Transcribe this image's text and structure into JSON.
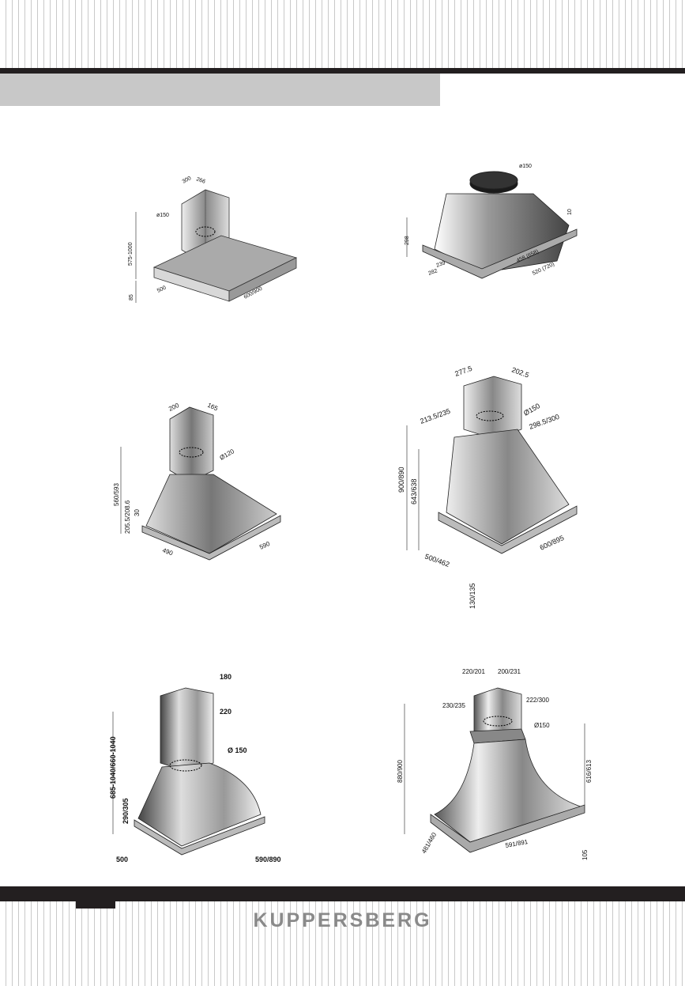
{
  "brand": "KUPPERSBERG",
  "figures": [
    {
      "id": "fig1",
      "labels": {
        "a": "300",
        "b": "266",
        "c": "ø150",
        "d": "575-1000",
        "e": "85",
        "f": "500",
        "g": "600/900"
      }
    },
    {
      "id": "fig2",
      "labels": {
        "a": "ø150",
        "b": "10",
        "c": "298",
        "d": "458 (658)",
        "e": "239",
        "f": "282",
        "g": "520 (720)"
      }
    },
    {
      "id": "fig3",
      "labels": {
        "a": "200",
        "b": "165",
        "c": "Ø120",
        "d": "560/593",
        "e": "205.5/208.6",
        "f": "30",
        "g": "490",
        "h": "590"
      }
    },
    {
      "id": "fig4",
      "labels": {
        "a": "277.5",
        "b": "202.5",
        "c": "Ø150",
        "d": "298.5/300",
        "e": "213.5/235",
        "f": "900/890",
        "g": "643/638",
        "h": "500/462",
        "i": "600/895",
        "j": "130/135"
      }
    },
    {
      "id": "fig5",
      "labels": {
        "a": "180",
        "b": "220",
        "c": "Ø 150",
        "d": "685-1040/660-1040",
        "e": "290/305",
        "f": "500",
        "g": "590/890"
      }
    },
    {
      "id": "fig6",
      "labels": {
        "a": "220/201",
        "b": "200/231",
        "c": "222/300",
        "d": "230/235",
        "e": "Ø150",
        "f": "880/900",
        "g": "616/613",
        "h": "481/460",
        "i": "591/891",
        "j": "105"
      }
    }
  ]
}
